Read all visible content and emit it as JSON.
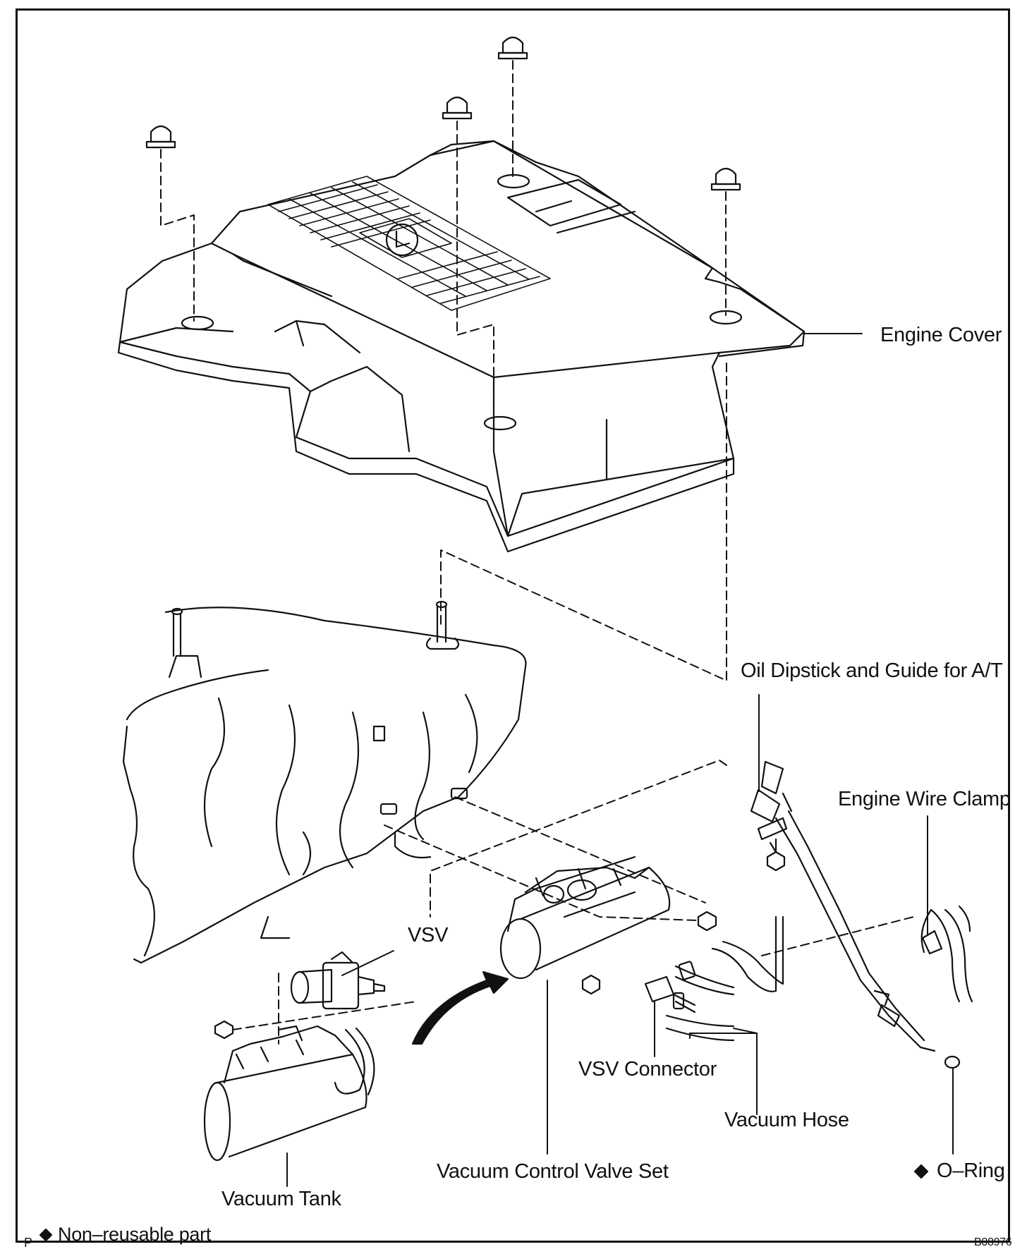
{
  "labels": {
    "engine_cover": "Engine Cover",
    "oil_dipstick": "Oil Dipstick and Guide for A/T",
    "engine_wire_clamp": "Engine Wire Clamp",
    "vsv": "VSV",
    "vsv_connector": "VSV Connector",
    "vacuum_hose": "Vacuum Hose",
    "o_ring": "O–Ring",
    "vacuum_control_valve_set": "Vacuum Control Valve Set",
    "vacuum_tank": "Vacuum Tank"
  },
  "legend": {
    "marker": "P",
    "text": "Non–reusable part"
  },
  "figure_code": "B08976",
  "icons": [
    "non-reusable-diamond-icon"
  ]
}
